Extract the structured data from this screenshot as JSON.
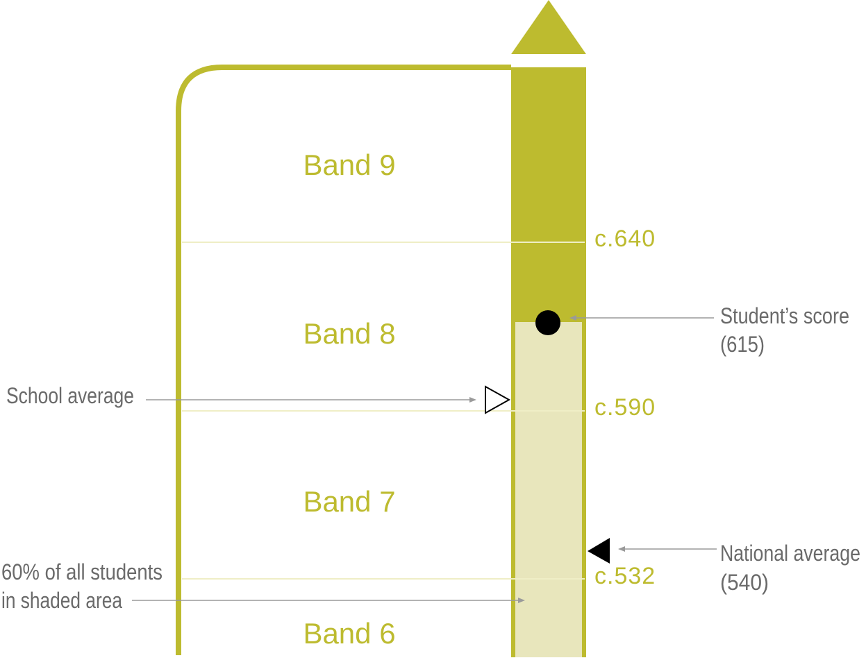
{
  "colors": {
    "accent": "#bdbb2f",
    "shaded": "#e8e6bc",
    "band_line": "#efeec6",
    "annotation_text": "#6a6a6a",
    "pointer_line": "#9a9a9a",
    "marker": "#000000"
  },
  "bands": [
    {
      "label": "Band 9"
    },
    {
      "label": "Band 8"
    },
    {
      "label": "Band 7"
    },
    {
      "label": "Band 6"
    }
  ],
  "thresholds": [
    {
      "label": "c.640",
      "value": 640
    },
    {
      "label": "c.590",
      "value": 590
    },
    {
      "label": "c.532",
      "value": 532
    }
  ],
  "annotations": {
    "student_score": {
      "line1": "Student’s score",
      "line2": "(615)",
      "value": 615
    },
    "national_average": {
      "line1": "National average",
      "line2": "(540)",
      "value": 540
    },
    "school_average": {
      "label": "School average"
    },
    "shaded_area": {
      "line1": "60% of all students",
      "line2": "in shaded area"
    }
  }
}
